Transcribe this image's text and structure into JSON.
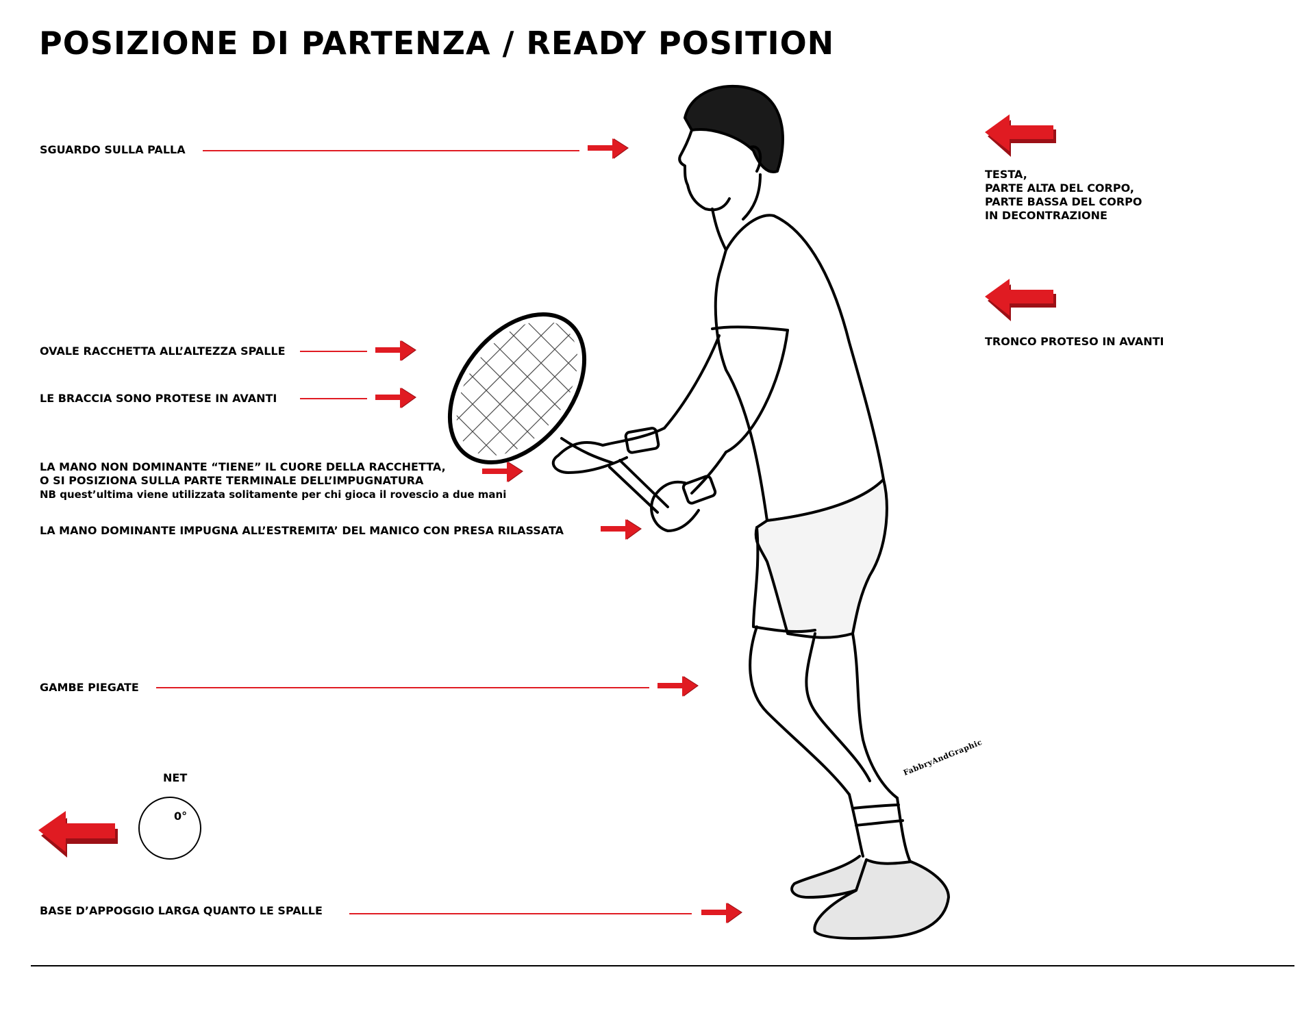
{
  "title": "POSIZIONE DI PARTENZA / READY POSITION",
  "labels": {
    "sguardo": "SGUARDO SULLA PALLA",
    "ovale": "OVALE RACCHETTA ALL’ALTEZZA SPALLE",
    "braccia": "LE BRACCIA SONO PROTESE IN AVANTI",
    "mano_nd_1": "LA MANO NON DOMINANTE “TIENE” IL CUORE DELLA RACCHETTA,",
    "mano_nd_2": "O SI POSIZIONA SULLA PARTE TERMINALE DELL’IMPUGNATURA",
    "mano_nd_3": "NB quest’ultima viene utilizzata solitamente per chi gioca il rovescio a due mani",
    "mano_d": "LA MANO DOMINANTE IMPUGNA ALL’ESTREMITA’ DEL MANICO CON PRESA RILASSATA",
    "gambe": "GAMBE PIEGATE",
    "base": "BASE D’APPOGGIO LARGA QUANTO LE SPALLE"
  },
  "right": {
    "testa": [
      "TESTA,",
      "PARTE ALTA DEL CORPO,",
      "PARTE BASSA DEL CORPO",
      "IN DECONTRAZIONE"
    ],
    "tronco": "TRONCO PROTESO IN AVANTI"
  },
  "net": {
    "label": "NET",
    "angle": "0°"
  },
  "signature": "FabbryAndGraphic",
  "colors": {
    "accent": "#e01b22",
    "accent_dark": "#9c1016",
    "ink": "#000000"
  }
}
